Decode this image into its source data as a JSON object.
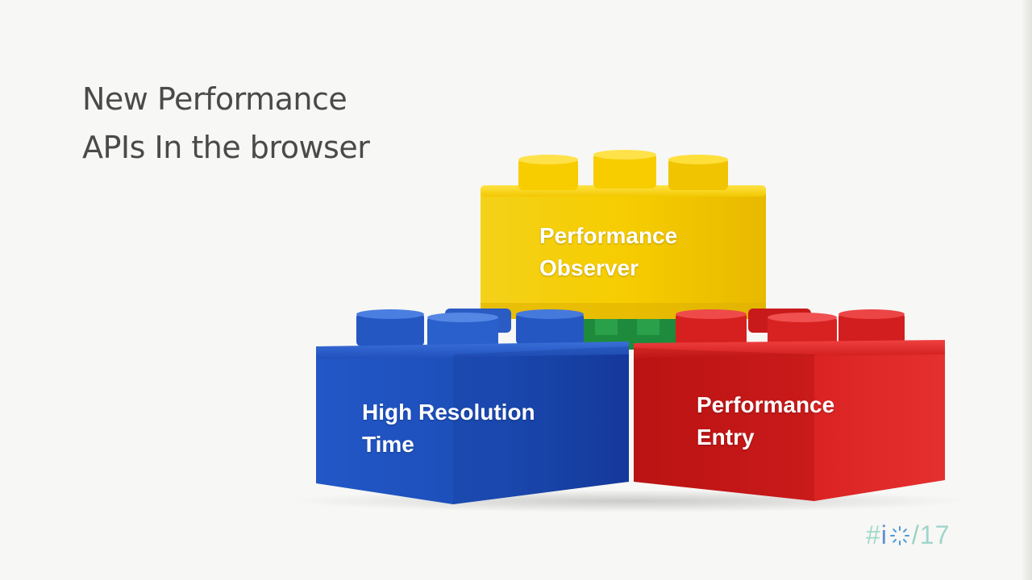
{
  "slide": {
    "title_lines": [
      "New Performance",
      "APIs In the browser"
    ]
  },
  "bricks": {
    "yellow": {
      "label_lines": [
        "Performance",
        "Observer"
      ],
      "color": "#f5c400"
    },
    "blue": {
      "label_lines": [
        "High Resolution",
        "Time"
      ],
      "color": "#1e4fb8"
    },
    "red": {
      "label_lines": [
        "Performance",
        "Entry"
      ],
      "color": "#d81e1e"
    }
  },
  "logo": {
    "hash": "#",
    "i": "i",
    "slash": "/",
    "number": "17",
    "ring_icon": "io-ring-icon",
    "colors": {
      "hash": "#9fd9c9",
      "i": "#5f8fd0",
      "ring": "#4a9ad8"
    }
  }
}
